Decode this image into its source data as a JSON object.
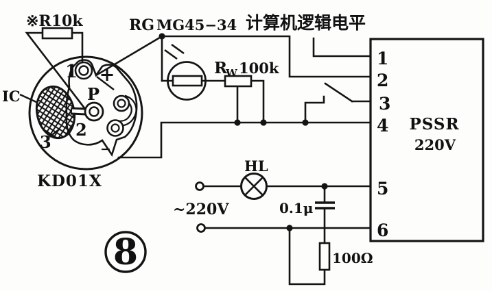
{
  "diagram": {
    "figure_number": "8",
    "top_annotation": {
      "rg_ref": "RG",
      "rg_model": "MG45−34",
      "signal_label": "计算机逻辑电平"
    },
    "sensor": {
      "model": "KD01X",
      "ic_label": "IC",
      "pin1": "1",
      "pin2": "2",
      "pin3": "3",
      "pin_center": "P",
      "polarity_plus": "+",
      "polarity_minus": "−"
    },
    "bias_resistor": {
      "label": "※R10k"
    },
    "potentiometer": {
      "ref": "R",
      "ref_sub": "W",
      "value": "100k"
    },
    "lamp": {
      "ref": "HL"
    },
    "mains": {
      "label": "~220V"
    },
    "capacitor": {
      "value": "0.1μ"
    },
    "snubber_resistor": {
      "value": "100Ω"
    },
    "ssr": {
      "name": "PSSR",
      "rating": "220V",
      "pins": [
        "1",
        "2",
        "3",
        "4",
        "5",
        "6"
      ]
    }
  }
}
